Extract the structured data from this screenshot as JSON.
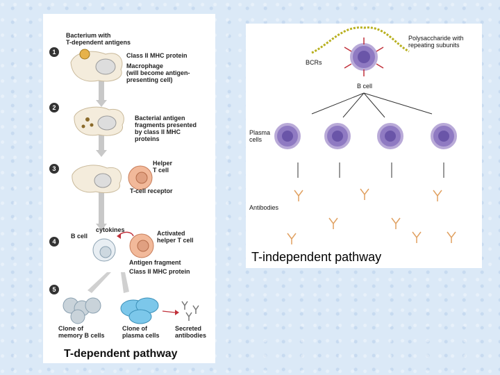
{
  "left": {
    "steps": [
      "1",
      "2",
      "3",
      "4",
      "5"
    ],
    "labels": {
      "bacterium": "Bacterium with\nT-dependent antigens",
      "class2": "Class II MHC protein",
      "macrophage": "Macrophage\n(will become antigen-\npresenting cell)",
      "fragments": "Bacterial antigen\nfragments presented\nby class II MHC\nproteins",
      "helper": "Helper\nT cell",
      "tcr": "T-cell receptor",
      "bcell": "B cell",
      "cytokines": "cytokines",
      "activated": "Activated\nhelper T cell",
      "antigen_fragment": "Antigen fragment",
      "class2b": "Class II MHC protein",
      "memory": "Clone of\nmemory B cells",
      "plasma": "Clone of\nplasma cells",
      "secreted": "Secreted\nantibodies"
    },
    "title": "T-dependent pathway"
  },
  "right": {
    "labels": {
      "polysaccharide": "Polysaccharide with\nrepeating subunits",
      "bcrs": "BCRs",
      "bcell": "B cell",
      "plasma": "Plasma\ncells",
      "antibodies": "Antibodies"
    },
    "title": "T-independent pathway"
  }
}
